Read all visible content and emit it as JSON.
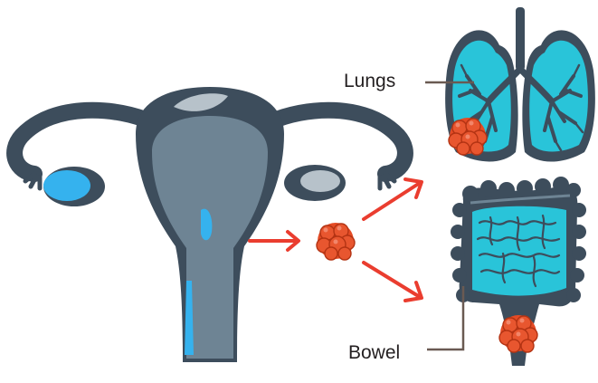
{
  "labels": {
    "lungs": "Lungs",
    "bowel": "Bowel"
  },
  "figure": {
    "organs": [
      "uterus-icon",
      "lungs-icon",
      "bowel-icon",
      "tumor-icon"
    ],
    "arrows": [
      "arrow-uterus-to-tumor",
      "arrow-tumor-to-lungs",
      "arrow-tumor-to-bowel"
    ]
  },
  "colors": {
    "organ_dark": "#3d4d5c",
    "organ_mid": "#6e8494",
    "organ_light": "#b7c2ca",
    "organ_cyan": "#29c4d9",
    "highlight_blue": "#35b2ee",
    "tumor": "#e44b25",
    "tumor_dark": "#b33313",
    "arrow": "#ea3d2f",
    "pointer_line": "#6a5a52",
    "label_text": "#231f20"
  }
}
